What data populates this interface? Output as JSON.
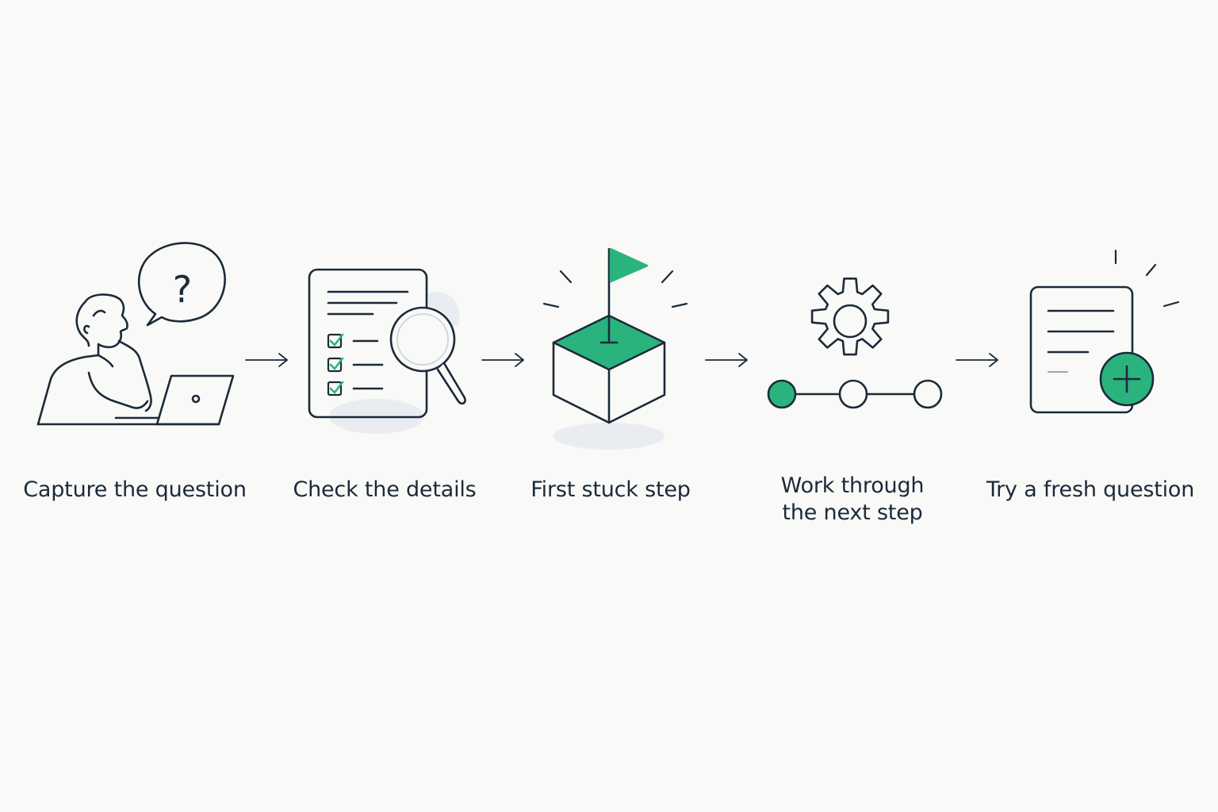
{
  "colors": {
    "ink": "#1b2a3a",
    "accent": "#2bb37e",
    "background": "#f9f9f7",
    "shadow": "#e9edf1"
  },
  "steps": [
    {
      "label": "Capture the question",
      "icon": "person-thinking-at-laptop-icon"
    },
    {
      "label": "Check the details",
      "icon": "checklist-magnifier-icon"
    },
    {
      "label": "First stuck step",
      "icon": "flag-on-box-icon"
    },
    {
      "label_lines": [
        "Work through",
        "the next step"
      ],
      "icon": "gear-progress-track-icon"
    },
    {
      "label": "Try a fresh question",
      "icon": "document-plus-icon"
    }
  ],
  "question_mark": "?"
}
